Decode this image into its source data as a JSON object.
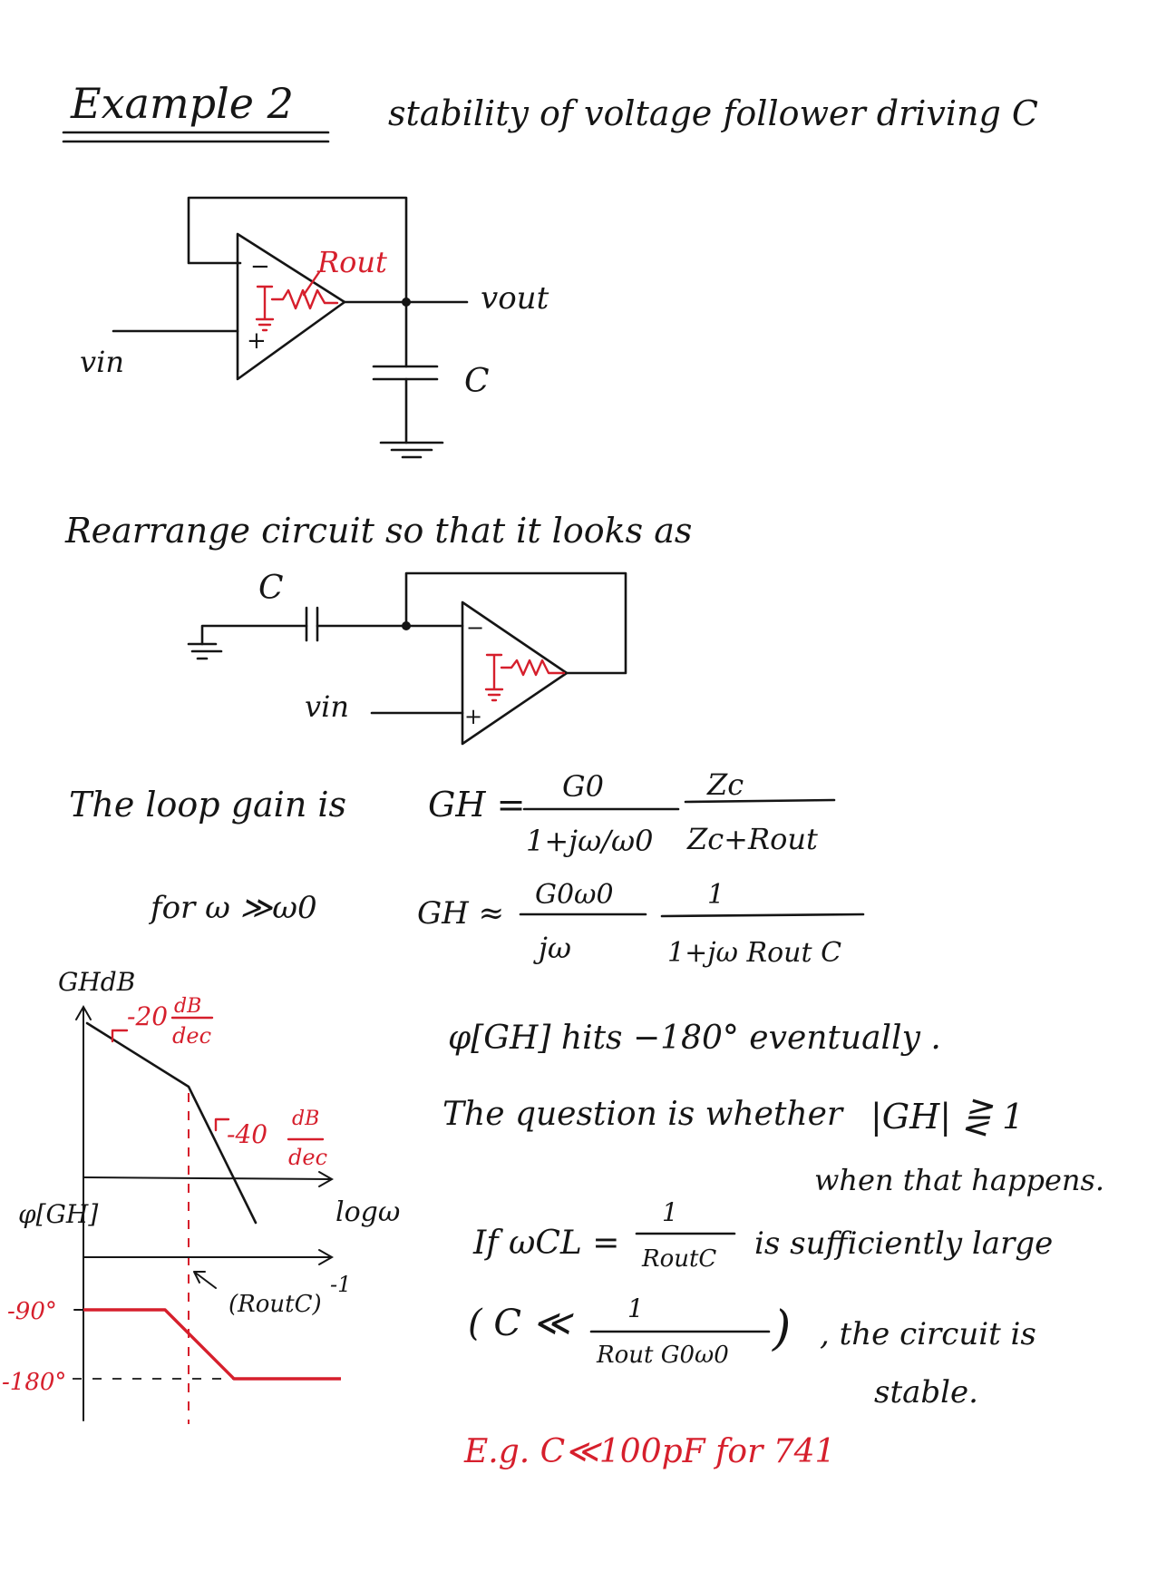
{
  "header": {
    "title": "Example 2",
    "subtitle": "stability of voltage follower driving C"
  },
  "circuit1": {
    "r_out_label": "Rout",
    "v_out_label": "vout",
    "v_in_label": "vin",
    "cap_label": "C",
    "minus": "−",
    "plus": "+"
  },
  "rearrange": {
    "text": "Rearrange circuit so that it looks as"
  },
  "circuit2": {
    "cap_label": "C",
    "v_in_label": "vin",
    "minus": "−",
    "plus": "+"
  },
  "loop_gain": {
    "intro": "The loop gain is",
    "lhs": "GH =",
    "frac1_num": "G0",
    "frac1_den": "1+jω/ω0",
    "frac2_num": "Zc",
    "frac2_den": "Zc+Rout"
  },
  "approx": {
    "condition": "for ω ≫ω0",
    "lhs": "GH ≈",
    "frac1_num": "G0ω0",
    "frac1_den": "jω",
    "frac2_num": "1",
    "frac2_den": "1+jω Rout C"
  },
  "plot": {
    "y_label": "GHdB",
    "slope1_num": "dB",
    "slope1_val": "-20",
    "slope1_den": "dec",
    "slope2_num": "dB",
    "slope2_val": "-40",
    "slope2_den": "dec",
    "x_label": "logω",
    "phase_label": "φ[GH]",
    "tick_90": "-90°",
    "tick_180": "-180°",
    "corner_label": "(RoutC)",
    "corner_exp": "-1"
  },
  "explanation": {
    "line1": "φ[GH] hits −180° eventually .",
    "line2a": "The question is whether",
    "line2b": "|GH| ⋛ 1",
    "line3": "when that happens.",
    "if_text": "If ωCL =",
    "if_num": "1",
    "if_den": "RoutC",
    "if_tail": "is sufficiently large",
    "cond_open": "( C ≪",
    "cond_num": "1",
    "cond_den": "Rout G0ω0",
    "cond_close": ")",
    "conclusion_a": ", the circuit is",
    "conclusion_b": "stable.",
    "example": "E.g. C≪100pF for 741"
  },
  "colors": {
    "ink": "#151515",
    "red": "#d61f2c",
    "paper": "#ffffff"
  }
}
